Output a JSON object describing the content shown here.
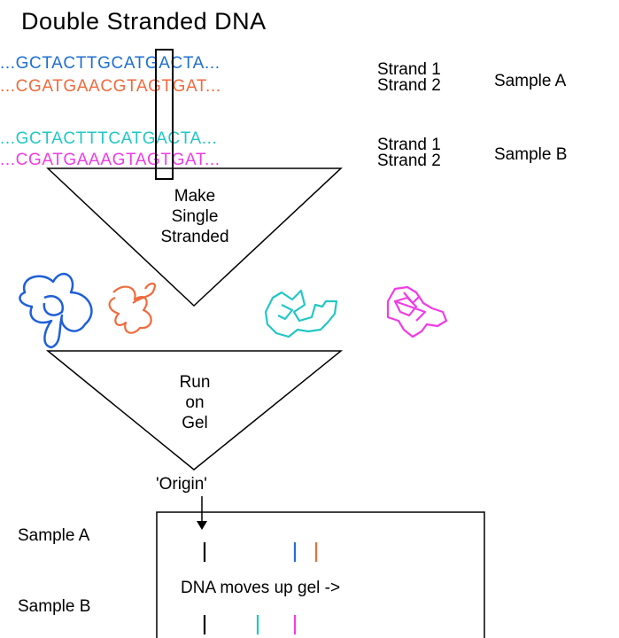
{
  "title": "Double Stranded DNA",
  "sample_a": {
    "strand1_seq": "...GCTACTTGCATGACTA...",
    "strand2_seq": "...CGATGAACGTAGTGAT...",
    "strand1_label": "Strand 1",
    "strand2_label": "Strand 2",
    "name": "Sample A",
    "color_strand1": "#1f6fd0",
    "color_strand2": "#f06a3c"
  },
  "sample_b": {
    "strand1_seq": "...GCTACTTTCATGACTA...",
    "strand2_seq": "...CGATGAAAGTAGTGAT...",
    "strand1_label": "Strand 1",
    "strand2_label": "Strand 2",
    "name": "Sample B",
    "color_strand1": "#22c7c7",
    "color_strand2": "#f03ce6"
  },
  "step1": {
    "line1": "Make",
    "line2": "Single",
    "line3": "Stranded"
  },
  "step2": {
    "line1": "Run",
    "line2": "on",
    "line3": "Gel"
  },
  "gel": {
    "origin_label": "'Origin'",
    "sample_a_label": "Sample A",
    "sample_b_label": "Sample B",
    "direction_text": "DNA  moves up gel ->"
  }
}
